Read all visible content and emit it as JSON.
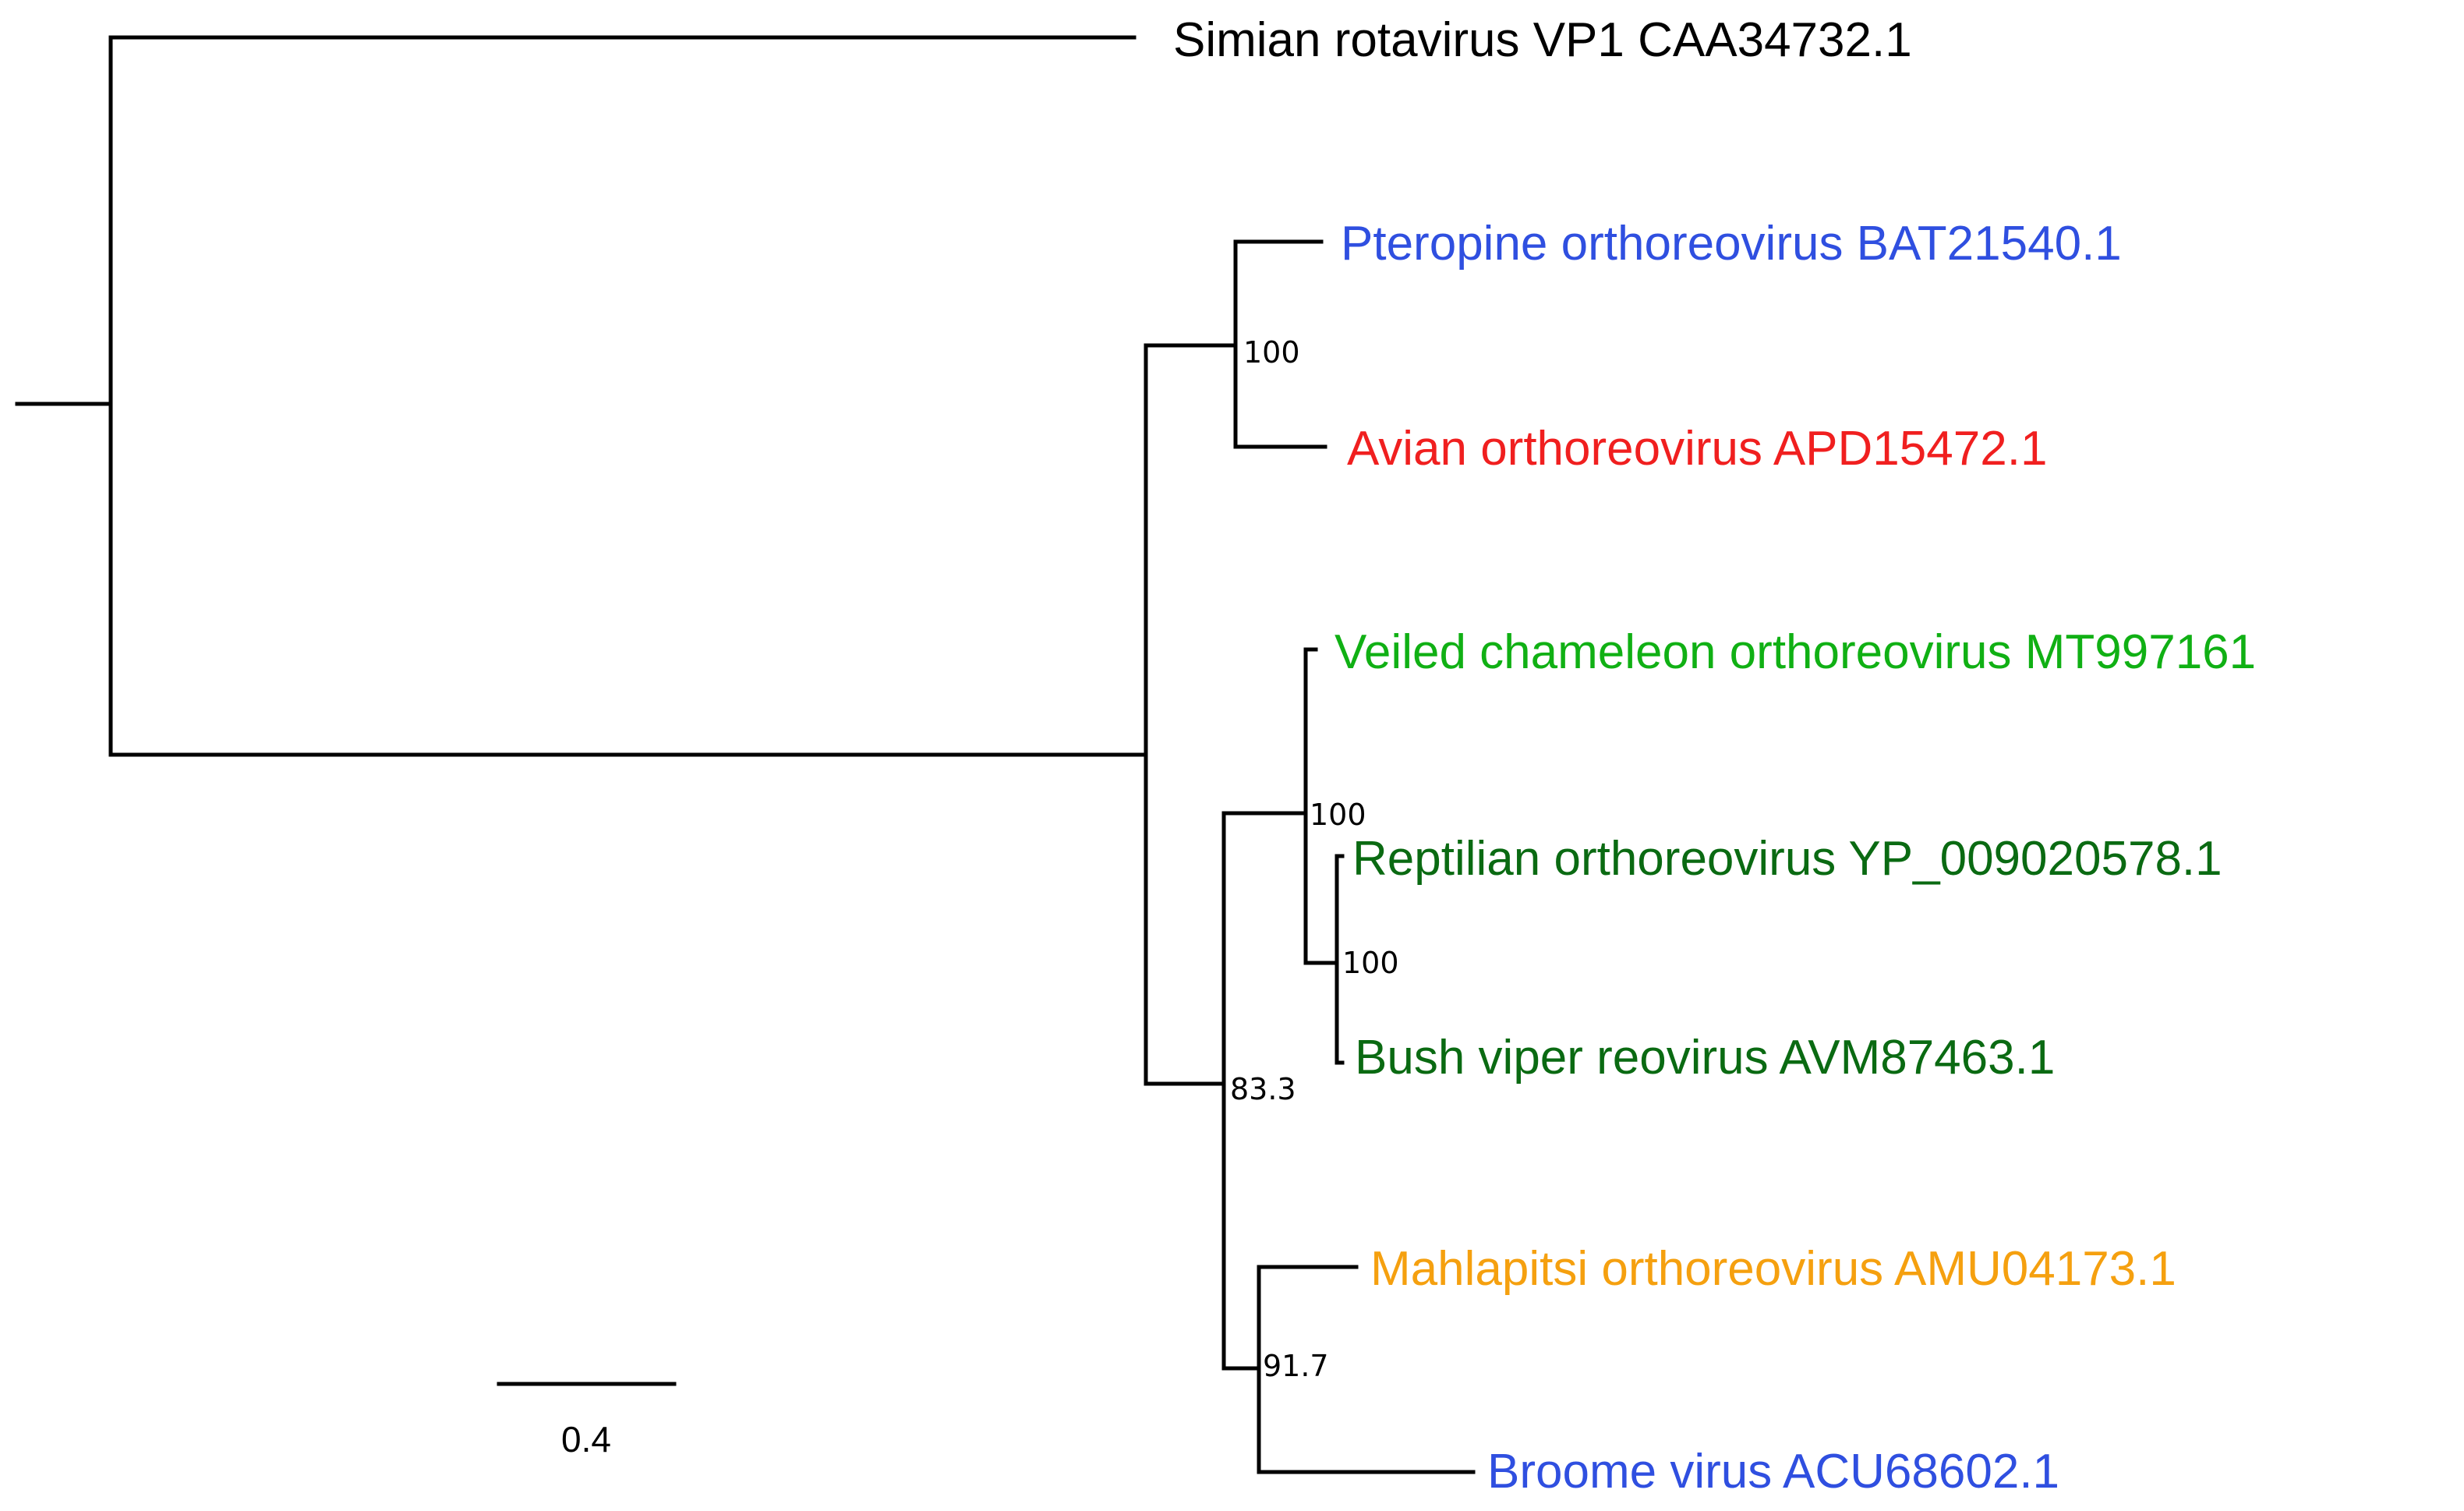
{
  "leaves": [
    {
      "label": "Simian rotavirus VP1 CAA34732.1",
      "color": "#000000"
    },
    {
      "label": "Pteropine orthoreovirus BAT21540.1",
      "color": "#2f4fe0"
    },
    {
      "label": "Avian orthoreovirus APD15472.1",
      "color": "#f01f1f"
    },
    {
      "label": "Veiled chameleon orthoreovirus MT997161",
      "color": "#10b014"
    },
    {
      "label": "Reptilian orthoreovirus YP_009020578.1",
      "color": "#0a6a12"
    },
    {
      "label": "Bush viper reovirus AVM87463.1",
      "color": "#0a6a12"
    },
    {
      "label": "Mahlapitsi orthoreovirus AMU04173.1",
      "color": "#f5a00f"
    },
    {
      "label": "Broome virus ACU68602.1",
      "color": "#2f4fe0"
    }
  ],
  "support_values": [
    "100",
    "100",
    "100",
    "83.3",
    "91.7"
  ],
  "scale_bar": {
    "label": "0.4"
  }
}
